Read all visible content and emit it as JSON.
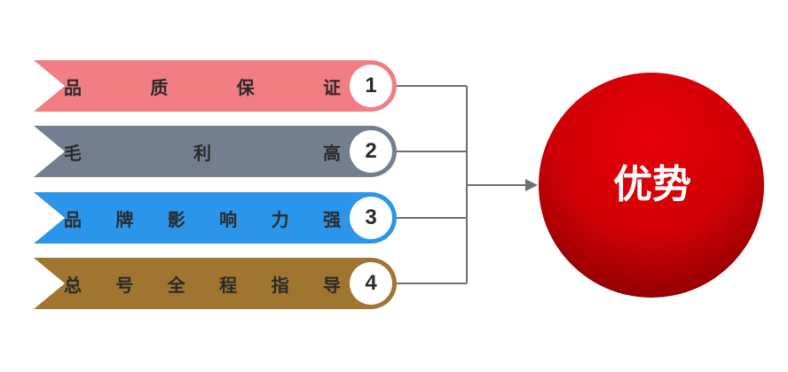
{
  "items": [
    {
      "number": "1",
      "chars": [
        "品",
        "质",
        "保",
        "证"
      ],
      "color": "#f27d82"
    },
    {
      "number": "2",
      "chars": [
        "毛",
        "利",
        "高"
      ],
      "color": "#737f8f"
    },
    {
      "number": "3",
      "chars": [
        "品",
        "牌",
        "影",
        "响",
        "力",
        "强"
      ],
      "color": "#2b95e9"
    },
    {
      "number": "4",
      "chars": [
        "总",
        "号",
        "全",
        "程",
        "指",
        "导"
      ],
      "color": "#a07530"
    }
  ],
  "center": {
    "label": "优势",
    "color_top": "#e60008",
    "color_bottom": "#8a0000"
  },
  "connector_color": "#6f6f6f"
}
